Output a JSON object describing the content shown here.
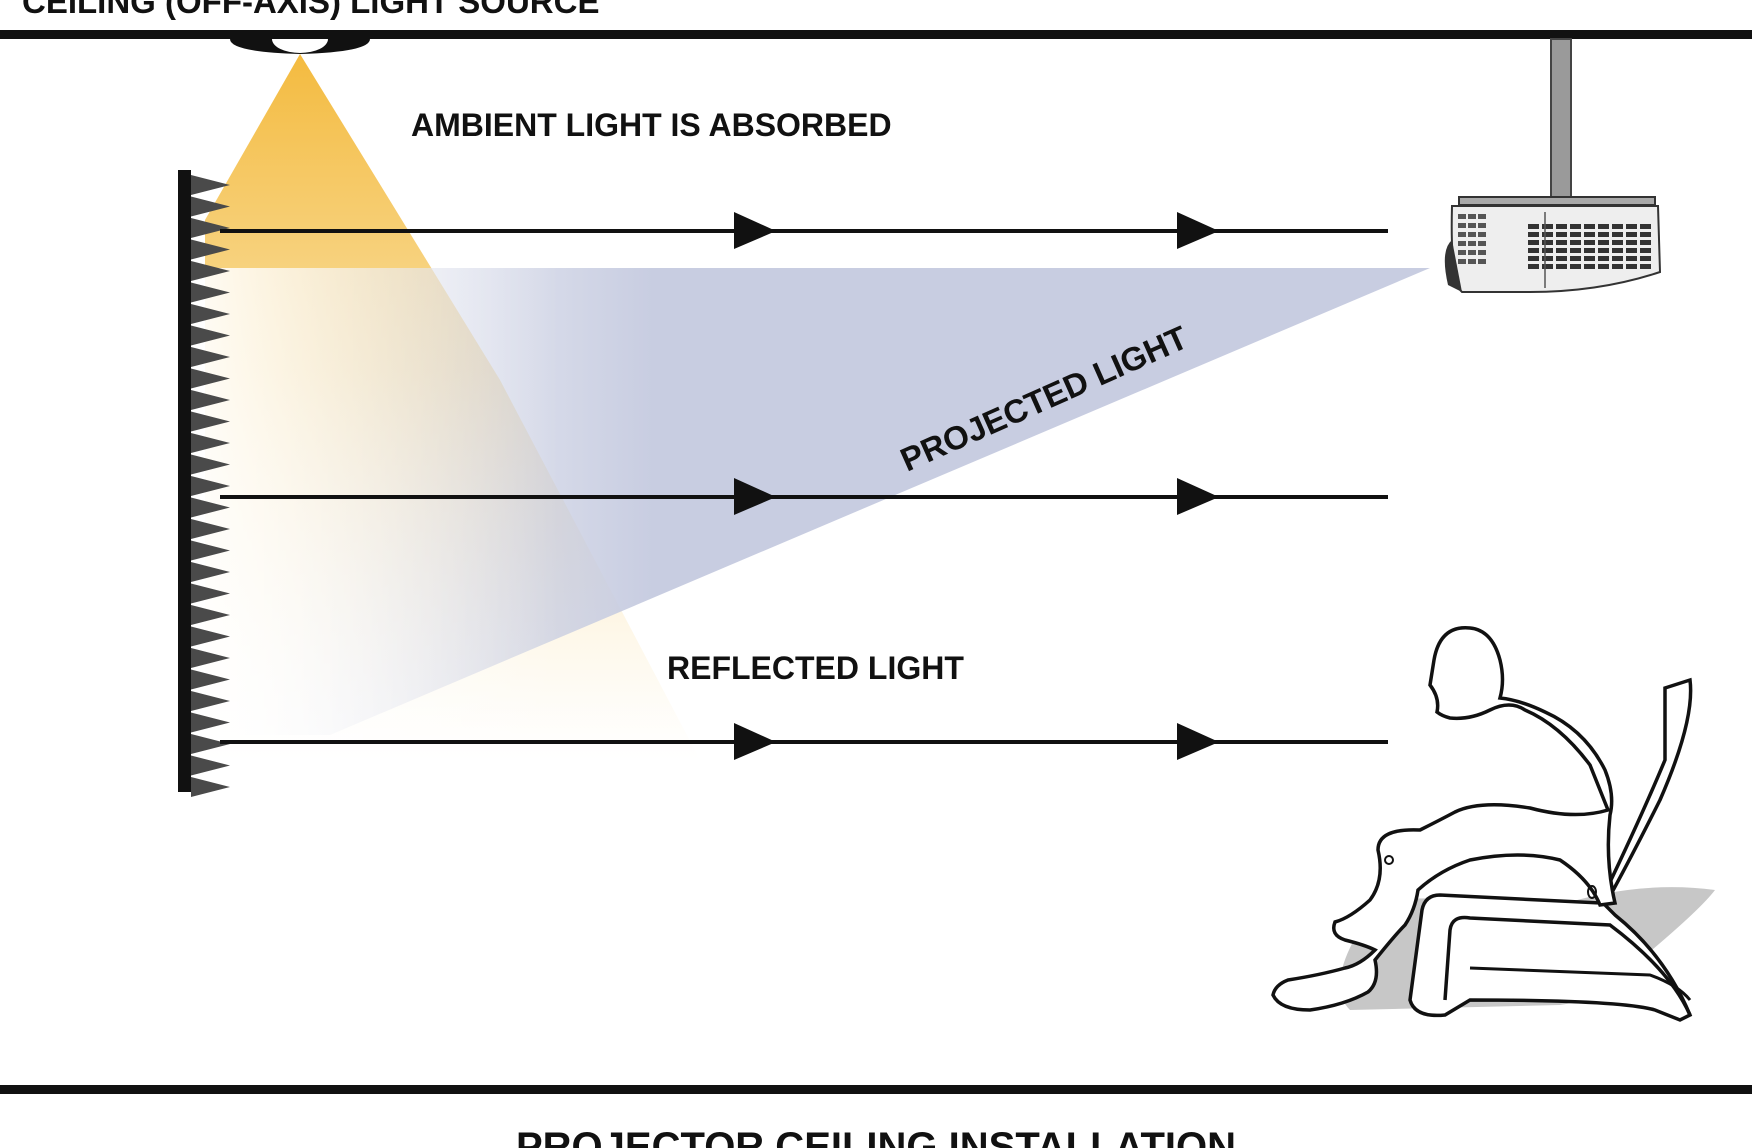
{
  "labels": {
    "ceiling_source": "CEILING (OFF-AXIS) LIGHT SOURCE",
    "ambient": "AMBIENT LIGHT IS ABSORBED",
    "projected": "PROJECTED LIGHT",
    "reflected": "REFLECTED LIGHT",
    "caption": "PROJECTOR CEILING INSTALLATION"
  },
  "colors": {
    "line": "#111111",
    "ambient_light": "#f3b735",
    "projected_light": "#c8cde1",
    "shadow": "#c7c7c7"
  },
  "icons": {
    "ceiling_lamp": "ceiling-lamp-icon",
    "projector": "projector-icon",
    "viewer": "seated-viewer-icon",
    "screen": "serrated-screen-icon"
  }
}
